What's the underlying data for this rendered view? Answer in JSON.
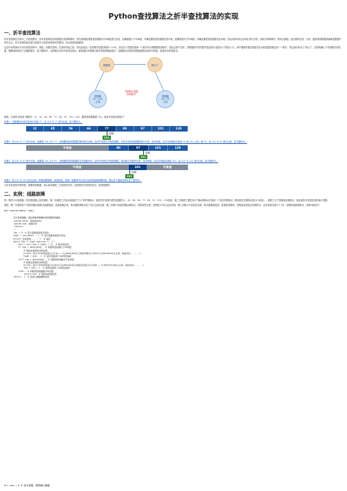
{
  "title": "Python查找算法之折半查找算法的实现",
  "section1": {
    "heading": "一、折半查找算法",
    "para1": "折半查找算法又称为二分查找算法，折半查找算法是将数据分割成两等份，首先用键值(要查找的数据)与中间值进行比较。如果键值小于中间值，可确定要查找的键值在前半段；如果键值大于中间值，可确定要查找的键值在后半段。然后对前半段(后半段)进行分割，将其分成两等份，再对比键值。如此循环比较，分割，直到找到数据或者确定数据不存在为止。折半查找的缺点是只适用于已经初步排序好的数列。优点是查找速度快。",
    "para2": "生活中也有类似于折半查找的例子，例如，猜数字游戏。在游戏开始之前，首先会给出一定的数字范围(例如0~100)，并在这个范围内选择一个数字作为需要被猜的数字。然后让用户去猜，并根据用户猜的数字给出提示(如猜大了或猜小了)。用户通常的做法就是先在大致范围内随意说一个数字，然后提示猜大了/猜小了，这样就缩小了猜测数字的范围，慢慢地就猜到了正确的数字，如下图所示。这种做法与折半查找法类似，都是通过不断缩小数字范围来确定数字，如果每次猜测的范围值都是区间的中间值，就是折半查找算法。",
    "fig_labels": {
      "top_left": "猜数例",
      "top_right": "猜大了",
      "bottom_left": "范围缩\n50~100\n之间",
      "bottom_right": "范围缩\n50~75\n之间",
      "red_note": "不断缩小范围，\n猜到数字！"
    },
    "example_intro": "例如，已经有 排序好 的数列：12、45、56、66、77、80、97、101、120，要查找的数据是 101，用折半查找步骤如下：",
    "step1": "步骤1：将数据列出来并找到中间值 77，将 101 与 77 进行比较，如下图所示。",
    "step2": "步骤2：将 101 与 77 进行比较，结果是 101 大于 77，说明要查找的数据在数列的右半段。此时不考虑左半段的数据，对在右半段的数据再进行分割，找中间值。这次中间值的位置在 97 和 101 之间，取 97，将 101 与 97 进行比较，如下图所示。",
    "step3": "步骤3：将 101 与 97 进行比较，结果是 101 大于 97，说明要查找的数据在右半段数列中，此时不考虑左半段的数据，再对剩下的数列分割，找中间值，这次中间值位置是 101，将 101 与 101 进行比较，如下图所示。",
    "step4": "步骤4：将 101 与 101 进行比较，所得结果相等，查找完成。说明：如果多次分割之后没有找到相等的值，表示这个键值没有在这个数列中。",
    "summary": "从折半查找的步骤来看，想要找到数据，是从每次都是二分查找进行的，这就是折半查找的优点：查找速度快。"
  },
  "bars": {
    "row1": [
      "12",
      "45",
      "56",
      "66",
      "77",
      "80",
      "97",
      "101",
      "120"
    ],
    "row1_marker": "比较",
    "row1_key": "101",
    "row2_grey": "不考虑",
    "row2_values": [
      "80",
      "97",
      "101",
      "120"
    ],
    "row2_marker": "比较",
    "row2_key": "101",
    "row3_grey_left": "不考虑",
    "row3_values": [
      "101"
    ],
    "row3_grey_right": "不考虑",
    "row3_marker": "比较",
    "row3_key": "101"
  },
  "section2": {
    "heading": "二、实例：线路故障",
    "para1": "有一条的150米线路，在这条线路上存在故障。第一天维修工已经大致锁定了几个损坏故障点，通过折半查找分别在线路的12、45、56、66、77、80、97、101、120米处。第二天维修工要在这9个疑似故障点中精准一个真正的故障点（假设真正的故障点是101米处）。维修工为了快速找出故障点，就会用折半查找法逐步缩小范围。",
    "para2": "例如，第一次选择在77米处的疑似故障点做通电测，发现线路正常，有问题的故障点在77米之后的位置；第二次取97米处的疑似故障点，发现依然正常，说明在97米之后的位置；第三次取101米处的位置，再次做通电检测，发现依然故障，说明这就是真正的故障点，此次查找共进行了3次，就顺利找到故障点。具体代码如下：",
    "code_head": "def search(data, num):",
    "code": "    '''\n    定义查找函数，通过参数传数据中查找要查找数值\n    :param data: 查找的data\n    :param num: 键值num\n    :return:\n    '''\n    low = 0  # 定义变量用来表示低位\n    high = len(data) - 1  # 定义变量用来表示高位\n    print(\"正在查找......\")  # 提示\n    while low <= high and num != -1:\n        mid = int((low + high) / 2)  # 取中间位置\n        if num < data[mid]:  # 判断待查找数小于中间值\n            # 输出位置信息中间位置\n            print('{0}介于中间位置{1}[low + 1]{data[mid]}[和中间值{2}[mid+1]{data[mid]}之间，找右半边......')\n            high = mid - 1  # 最高位变成了中间位置减1\n        elif num > data[mid]:  # 判断待查找数大于中间值\n            # 输出位置信息中间位置\n            print('{0}介于中间位置{1}[mid+1]{data[mid]}和最高位置{2}[high + 1]{data[high]}之间，找右半边......')\n            low = mid + 1  # 最低位变成了中间位置加1\n        else:  # 判断待查找数等于中间值\n            return mid  # 返回中间值位置\n    return -1  # 否定认键数据的位置",
    "code_tail": "arr_num = 0  # 定义变量，用来输入键值"
  }
}
